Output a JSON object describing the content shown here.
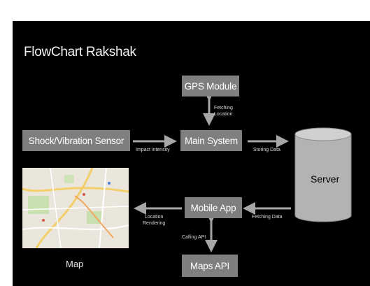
{
  "title": "FlowChart Rakshak",
  "nodes": {
    "gps": "GPS Module",
    "sensor": "Shock/Vibration Sensor",
    "main": "Main System",
    "server": "Server",
    "mobile": "Mobile App",
    "maps_api": "Maps API",
    "map": "Map"
  },
  "edge_labels": {
    "fetching_location": [
      "Fetching",
      "Location"
    ],
    "impact_intensity": "Impact intensity",
    "storing_data": "Storing Data",
    "fetching_data": "Fetching Data",
    "location_rendering": [
      "Location",
      "Rendering"
    ],
    "calling_api": "Calling API"
  },
  "colors": {
    "background": "#000000",
    "box": "#7f7f7f",
    "server_fill": "#b3b3b3",
    "text": "#ffffff"
  }
}
